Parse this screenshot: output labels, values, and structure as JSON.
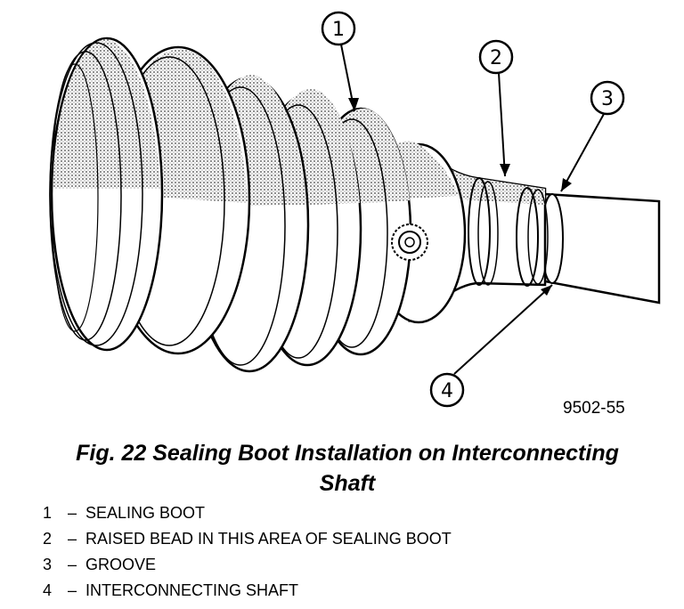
{
  "figure": {
    "code": "9502-55",
    "callouts": [
      {
        "num": "1"
      },
      {
        "num": "2"
      },
      {
        "num": "3"
      },
      {
        "num": "4"
      }
    ]
  },
  "caption": {
    "line1": "Fig. 22 Sealing Boot Installation on Interconnecting",
    "line2": "Shaft"
  },
  "legend": [
    {
      "num": "1",
      "dash": "–",
      "text": "SEALING BOOT"
    },
    {
      "num": "2",
      "dash": "–",
      "text": "RAISED BEAD IN THIS AREA OF SEALING BOOT"
    },
    {
      "num": "3",
      "dash": "–",
      "text": "GROOVE"
    },
    {
      "num": "4",
      "dash": "–",
      "text": "INTERCONNECTING SHAFT"
    }
  ]
}
